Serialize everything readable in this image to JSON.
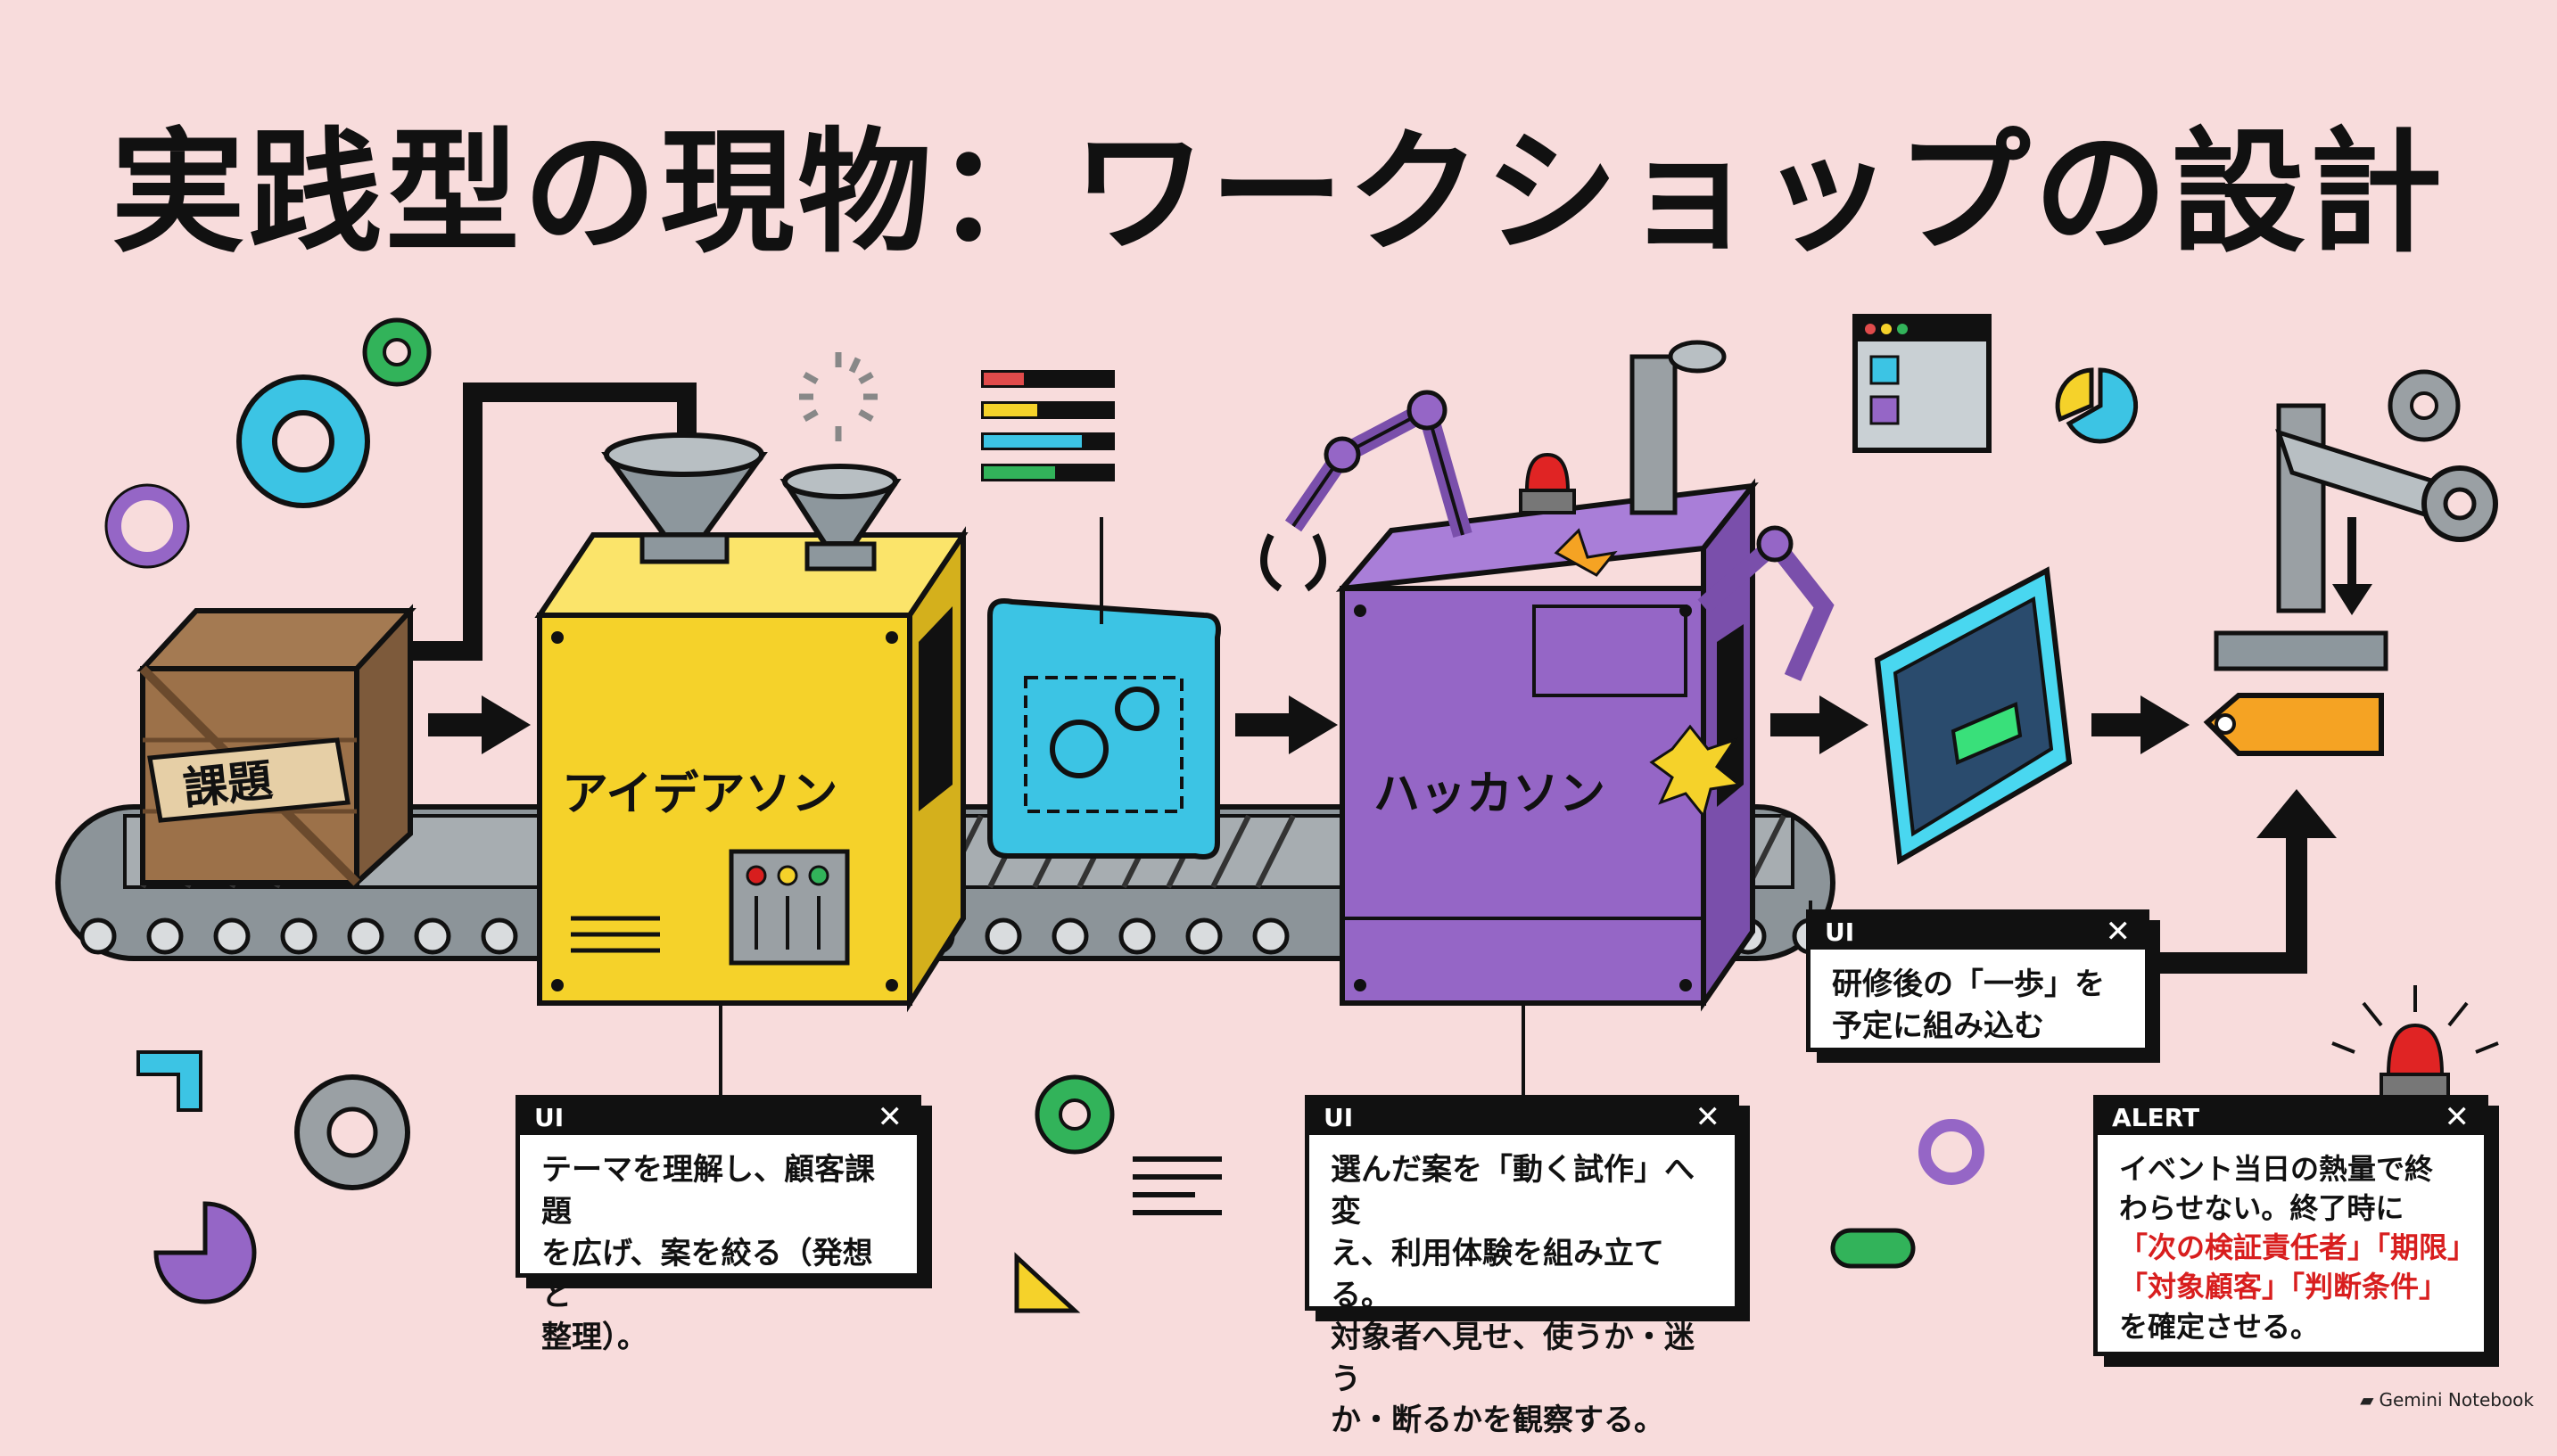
{
  "title": "実践型の現物：ワークショップの設計",
  "crate": {
    "label": "課題"
  },
  "machines": {
    "ideathon": "アイデアソン",
    "hackathon": "ハッカソン"
  },
  "panels": {
    "ideathon": {
      "header": "UI",
      "close": "✕",
      "text": "テーマを理解し、顧客課題\nを広げ、案を絞る（発想と\n整理）。"
    },
    "hackathon": {
      "header": "UI",
      "close": "✕",
      "text": "選んだ案を「動く試作」へ変\nえ、利用体験を組み立てる。\n対象者へ見せ、使うか・迷う\nか・断るかを観察する。"
    },
    "step": {
      "header": "UI",
      "close": "✕",
      "text": "研修後の「一歩」を\n予定に組み込む"
    },
    "alert": {
      "header": "ALERT",
      "close": "✕",
      "line1": "イベント当日の熱量で終",
      "line2": "わらせない。終了時に",
      "line3": "「次の検証責任者」「期限」",
      "line4": "「対象顧客」「判断条件」",
      "line5": "を確定させる。"
    }
  },
  "footer": {
    "brand": "Gemini Notebook"
  },
  "colors": {
    "background": "#f8dcdc",
    "ideathon": "#f5d22a",
    "hackathon": "#9566c6",
    "blueprint": "#3cc4e4",
    "accent_red": "#d81e1e",
    "conveyor": "#8c9499"
  }
}
